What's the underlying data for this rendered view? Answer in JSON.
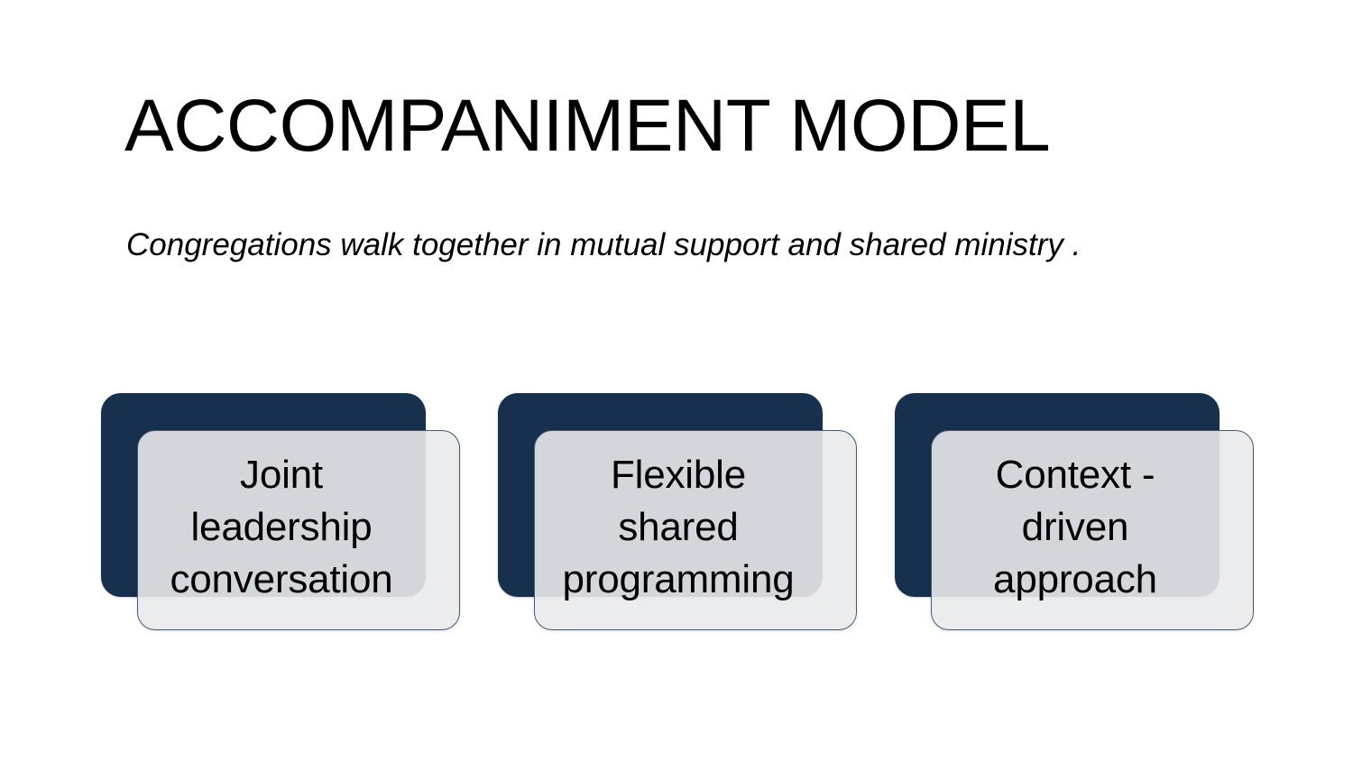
{
  "slide": {
    "title": "ACCOMPANIMENT MODEL",
    "subtitle": "Congregations walk together in mutual support and shared ministry .",
    "background_color": "#ffffff",
    "text_color": "#000000",
    "accent_color": "#17304e",
    "card_fill_color": "#e8eaec",
    "card_border_color": "#4a5b70"
  },
  "cards": [
    {
      "id": "joint-leadership-conversation",
      "label": "Joint leadership conversation",
      "lines": [
        "Joint",
        "leadership",
        "conversation"
      ]
    },
    {
      "id": "flexible-shared-programming",
      "label": "Flexible shared programming",
      "lines": [
        "Flexible",
        "shared",
        "programming"
      ]
    },
    {
      "id": "context-driven-approach",
      "label": "Context - driven approach",
      "lines": [
        "Context -",
        "driven",
        "approach"
      ]
    }
  ]
}
